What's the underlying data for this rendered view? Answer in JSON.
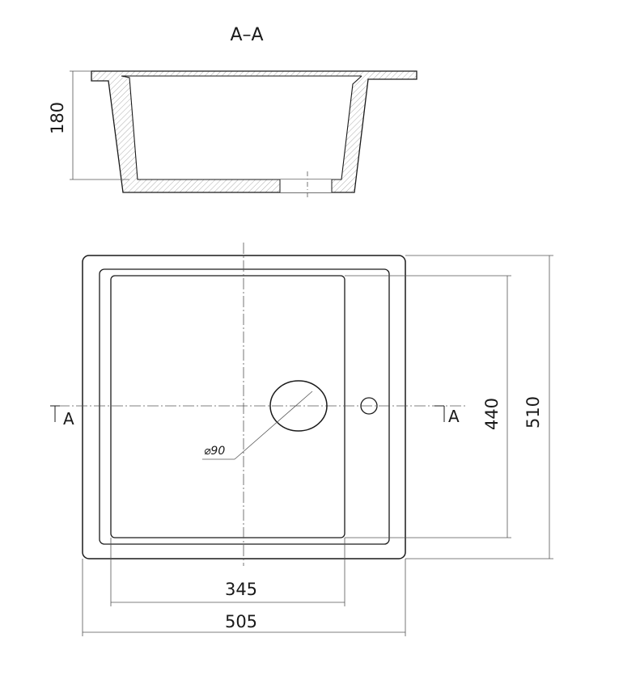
{
  "section": {
    "title": "A–A",
    "height_label": "180"
  },
  "plan": {
    "drain_label": "⌀90",
    "inner_width_label": "345",
    "outer_width_label": "505",
    "inner_height_label": "440",
    "outer_height_label": "510",
    "section_mark_left": "A",
    "section_mark_right": "A"
  },
  "colors": {
    "line": "#1a1a1a",
    "hatch": "#8a8a8a",
    "background": "#ffffff"
  }
}
